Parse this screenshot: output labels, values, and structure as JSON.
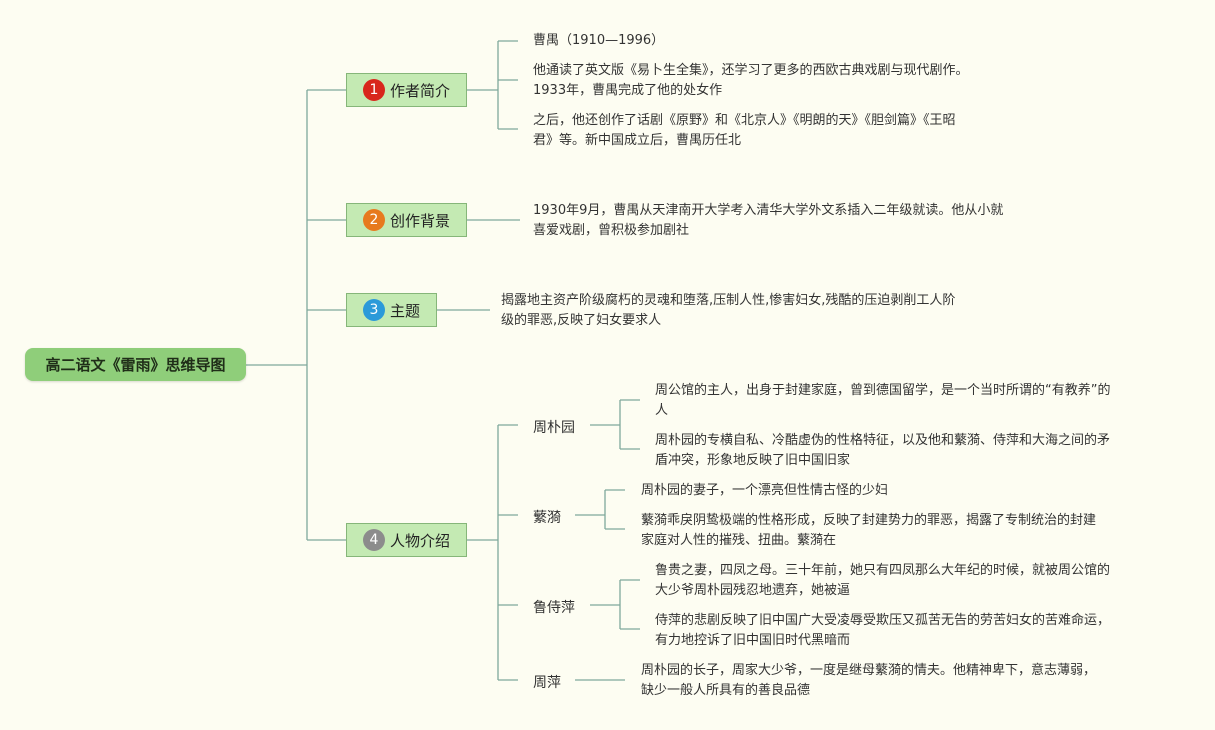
{
  "root": {
    "label": "高二语文《雷雨》思维导图"
  },
  "colors": {
    "line": "#7fa89b",
    "badge1": "#d8261c",
    "badge2": "#e77a1e",
    "badge3": "#2b9ad9",
    "badge4": "#8c8c8c"
  },
  "branches": [
    {
      "number": "1",
      "label": "作者简介",
      "notes": [
        [
          "曹禺（1910—1996）"
        ],
        [
          "他通读了英文版《易卜生全集》，还学习了更多的西欧古典戏剧与现代剧作。",
          "1933年，曹禺完成了他的处女作"
        ],
        [
          "之后，他还创作了话剧《原野》和《北京人》《明朗的天》《胆剑篇》《王昭",
          "君》等。新中国成立后，曹禺历任北"
        ]
      ]
    },
    {
      "number": "2",
      "label": "创作背景",
      "notes": [
        [
          "1930年9月，曹禺从天津南开大学考入清华大学外文系插入二年级就读。他从小就",
          "喜爱戏剧，曾积极参加剧社"
        ]
      ]
    },
    {
      "number": "3",
      "label": "主题",
      "notes": [
        [
          "揭露地主资产阶级腐朽的灵魂和堕落,压制人性,惨害妇女,残酷的压迫剥削工人阶",
          "级的罪恶,反映了妇女要求人"
        ]
      ]
    },
    {
      "number": "4",
      "label": "人物介绍",
      "characters": [
        {
          "name": "周朴园",
          "notes": [
            [
              "周公馆的主人，出身于封建家庭，曾到德国留学，是一个当时所谓的“有教养”的",
              "人"
            ],
            [
              "周朴园的专横自私、冷酷虚伪的性格特征，以及他和蘩漪、侍萍和大海之间的矛",
              "盾冲突，形象地反映了旧中国旧家"
            ]
          ]
        },
        {
          "name": "蘩漪",
          "notes": [
            [
              "周朴园的妻子，一个漂亮但性情古怪的少妇"
            ],
            [
              "蘩漪乖戾阴鸷极端的性格形成，反映了封建势力的罪恶，揭露了专制统治的封建",
              "家庭对人性的摧残、扭曲。蘩漪在"
            ]
          ]
        },
        {
          "name": "鲁侍萍",
          "notes": [
            [
              "鲁贵之妻，四凤之母。三十年前，她只有四凤那么大年纪的时候，就被周公馆的",
              "大少爷周朴园残忍地遗弃，她被逼"
            ],
            [
              "侍萍的悲剧反映了旧中国广大受凌辱受欺压又孤苦无告的劳苦妇女的苦难命运，",
              "有力地控诉了旧中国旧时代黑暗而"
            ]
          ]
        },
        {
          "name": "周萍",
          "notes": [
            [
              "周朴园的长子，周家大少爷，一度是继母蘩漪的情夫。他精神卑下，意志薄弱，",
              "缺少一般人所具有的善良品德"
            ]
          ]
        }
      ]
    }
  ]
}
